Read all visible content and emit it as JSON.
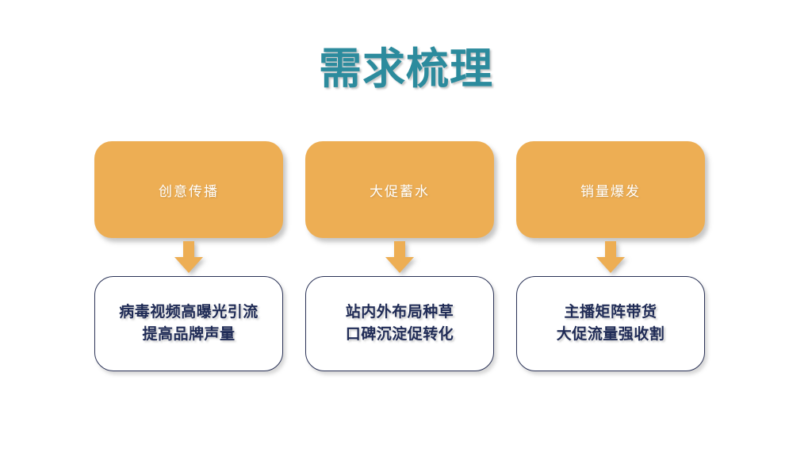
{
  "slide": {
    "title": "需求梳理",
    "title_color": "#2C8B9D",
    "background_color": "#FFFFFF",
    "stage_card_color": "#EDAE54",
    "stage_label_color": "#FFFFFF",
    "outcome_border_color": "#2B3357",
    "outcome_text_color": "#1F2B56",
    "arrow_color": "#EDAE54"
  },
  "columns": [
    {
      "stage": "创意传播",
      "arrow": "arrow-down-icon",
      "outcome_lines": [
        "病毒视频高曝光引流",
        "提高品牌声量"
      ]
    },
    {
      "stage": "大促蓄水",
      "arrow": "arrow-down-icon",
      "outcome_lines": [
        "站内外布局种草",
        "口碑沉淀促转化"
      ]
    },
    {
      "stage": "销量爆发",
      "arrow": "arrow-down-icon",
      "outcome_lines": [
        "主播矩阵带货",
        "大促流量强收割"
      ]
    }
  ]
}
